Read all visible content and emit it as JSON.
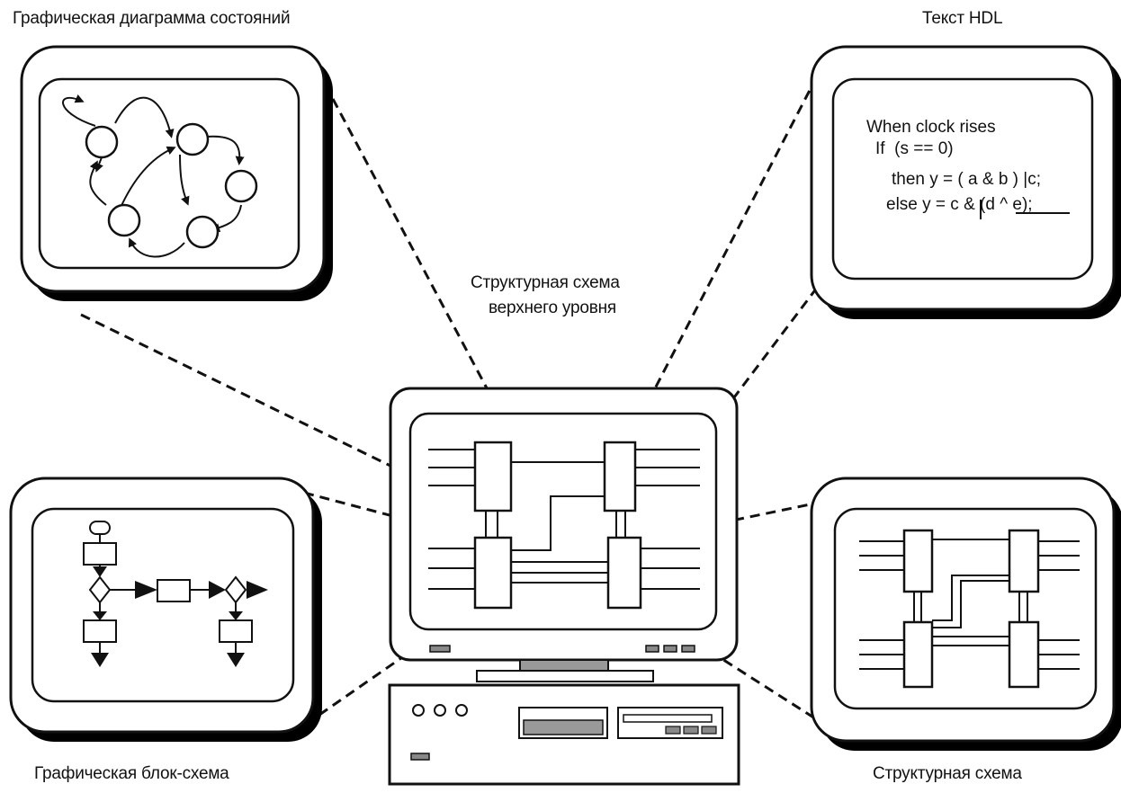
{
  "labels": {
    "state_diagram": "Графическая диаграмма состояний",
    "hdl_text": "Текст HDL",
    "top_level_1": "Структурная схема",
    "top_level_2": "верхнего уровня",
    "flowchart": "Графическая блок-схема",
    "block_diagram": "Структурная схема"
  },
  "hdl_code": {
    "line1": "When clock rises",
    "line2": "If  (s == 0)",
    "line3_a": "then y = ( a & b ) ",
    "line3_b": "|c;",
    "line4_a": "else y = c & ",
    "line4_b": "(d ^ e);"
  },
  "colors": {
    "ink": "#111111",
    "shadow": "#000000",
    "paper": "#ffffff"
  }
}
